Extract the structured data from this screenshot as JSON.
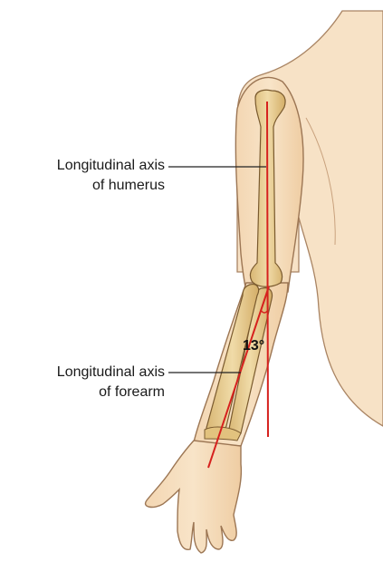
{
  "labels": {
    "humerus_line1": "Longitudinal axis",
    "humerus_line2": "of humerus",
    "forearm_line1": "Longitudinal axis",
    "forearm_line2": "of forearm"
  },
  "angle_label": "13°",
  "colors": {
    "skin": "#f6dfc0",
    "skin_shadow": "#e9c79e",
    "outline": "#8a6a4a",
    "bone": "#e6cc8f",
    "bone_outline": "#7a5a2e",
    "axis_line": "#d6211e",
    "leader_line": "#222222"
  }
}
